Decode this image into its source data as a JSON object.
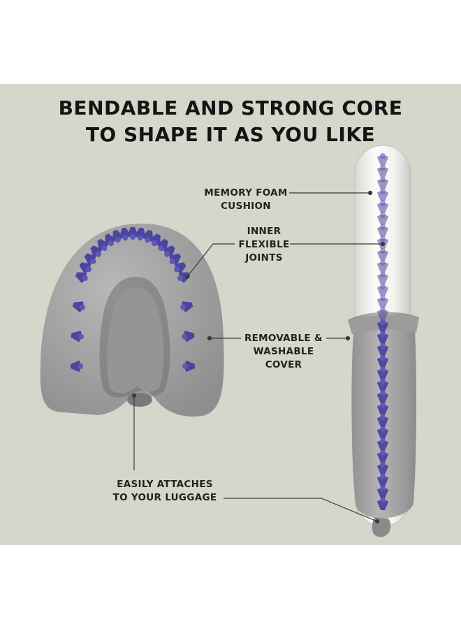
{
  "headline": {
    "line1": "BENDABLE AND STRONG CORE",
    "line2": "TO SHAPE IT AS YOU LIKE"
  },
  "callouts": {
    "memory_foam": {
      "line1": "MEMORY FOAM",
      "line2": "CUSHION"
    },
    "joints": {
      "line1": "INNER",
      "line2": "FLEXIBLE",
      "line3": "JOINTS"
    },
    "cover": {
      "line1": "REMOVABLE &",
      "line2": "WASHABLE",
      "line3": "COVER"
    },
    "luggage": {
      "line1": "EASILY ATTACHES",
      "line2": "TO YOUR LUGGAGE"
    }
  },
  "colors": {
    "background": "#d6d7cb",
    "cushion_gray": "#a4a4a4",
    "joint_purple": "#4b45a0",
    "foam_white": "#f4f4f2"
  }
}
